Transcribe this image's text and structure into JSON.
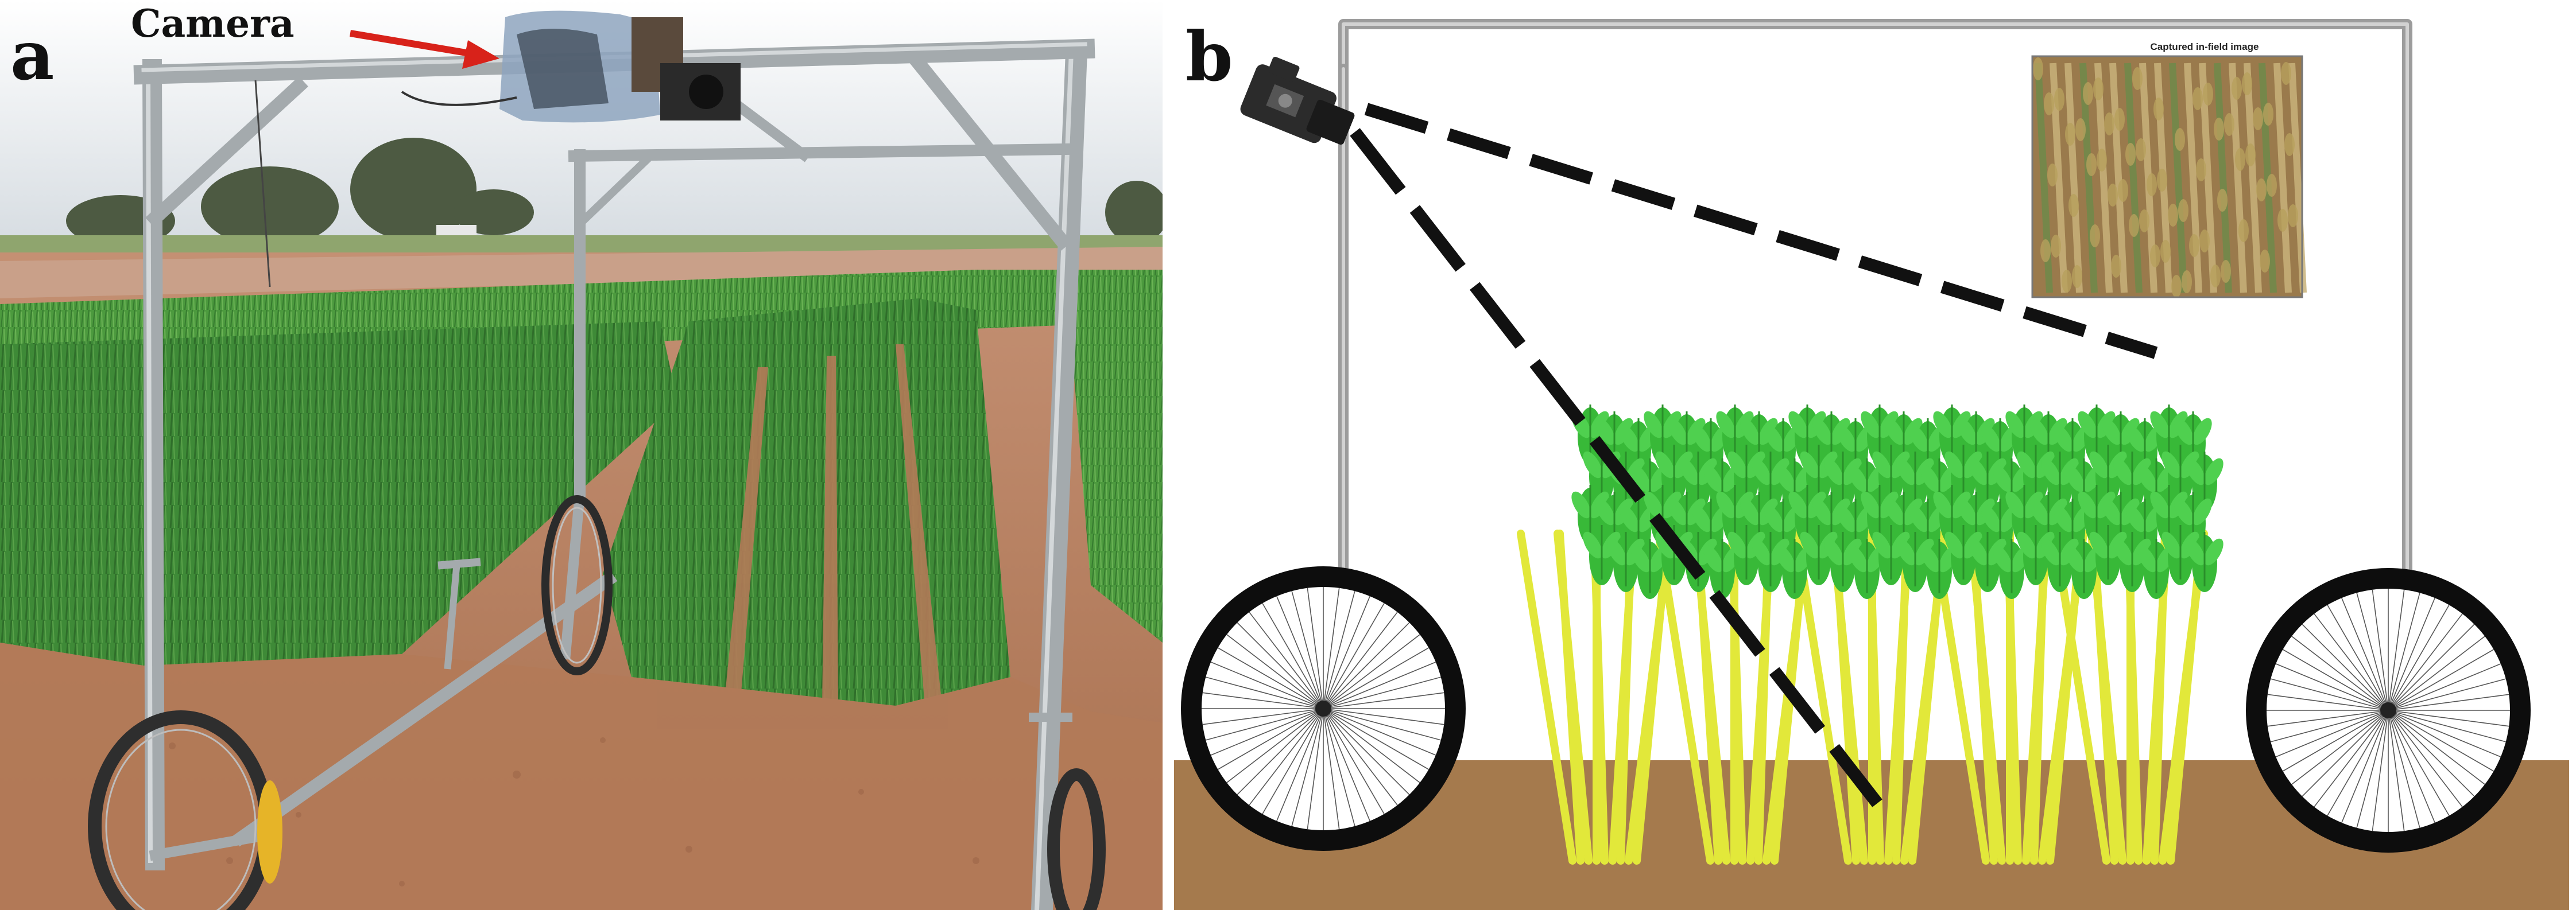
{
  "panels": {
    "a": {
      "letter": "a",
      "camera_label": "Camera"
    },
    "b": {
      "letter": "b",
      "inset_caption": "Captured in-field image"
    }
  },
  "colors": {
    "sky": "#dfe5ea",
    "soil": "#b67f5f",
    "crop": "#3f8f3a",
    "frame": "#a8aeb0",
    "arrow": "#d8221a",
    "diagram_frame": "#b5b5b5",
    "diagram_ground": "#a57a4d",
    "leaf": "#3cc43c",
    "stem": "#e4ea3a",
    "dash": "#111111"
  },
  "icons": {
    "camera_device": "camera-icon",
    "wheels": "wheel-icon"
  }
}
